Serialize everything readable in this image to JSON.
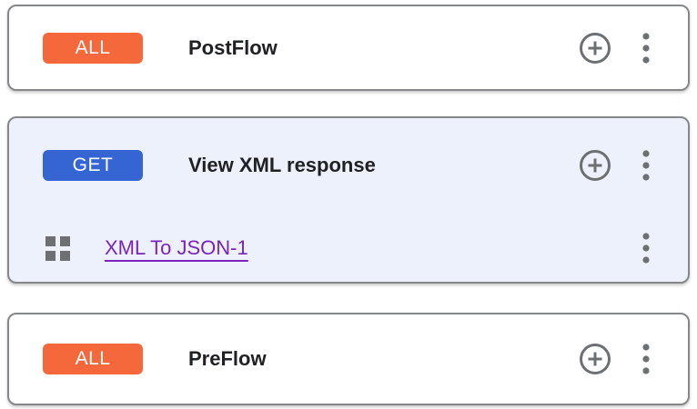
{
  "colors": {
    "badge_all_bg": "#f4683c",
    "badge_get_bg": "#3465d3",
    "badge_text": "#ffffff",
    "link_purple": "#7c24ba",
    "icon_gray": "#6d7073",
    "card_border": "#85878b",
    "card_bg": "#ffffff",
    "selected_card_bg": "#edf1fb",
    "title_text": "#202124"
  },
  "icons": {
    "add": "circled-plus",
    "more": "vertical-ellipsis",
    "drag": "grid-2x2-squares"
  },
  "cards": [
    {
      "badge": "ALL",
      "badge_type": "all",
      "title": "PostFlow",
      "selected": false,
      "steps": []
    },
    {
      "badge": "GET",
      "badge_type": "get",
      "title": "View XML response",
      "selected": true,
      "steps": [
        {
          "label": "XML To JSON-1"
        }
      ]
    },
    {
      "badge": "ALL",
      "badge_type": "all",
      "title": "PreFlow",
      "selected": false,
      "steps": []
    }
  ]
}
